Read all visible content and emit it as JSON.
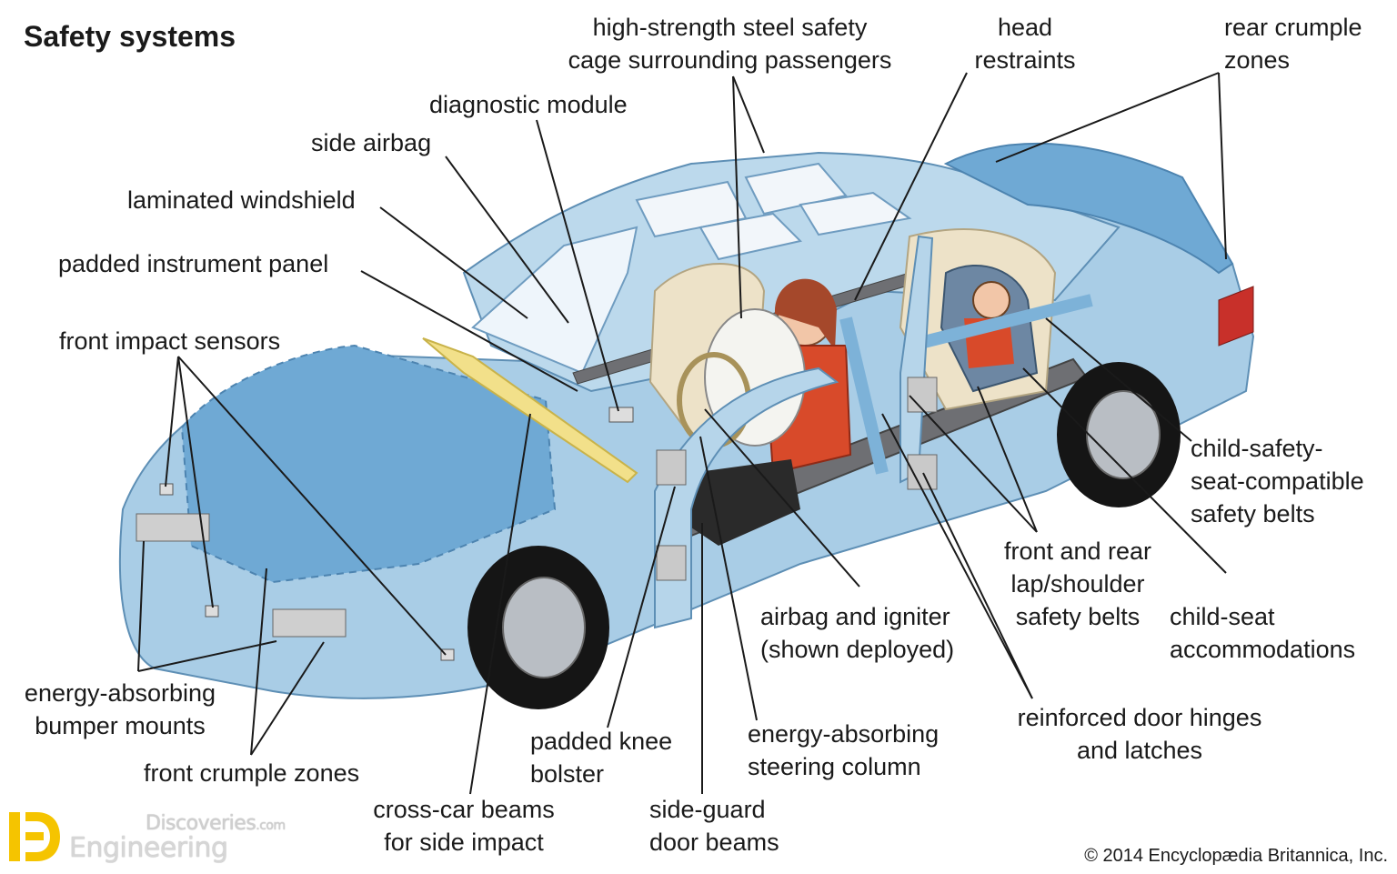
{
  "title": "Safety systems",
  "labels": {
    "cage": "high-strength steel safety\ncage surrounding passengers",
    "head": "head\nrestraints",
    "rear_crumple": "rear crumple\nzones",
    "diagnostic": "diagnostic module",
    "side_airbag": "side airbag",
    "windshield": "laminated windshield",
    "instrument": "padded instrument panel",
    "sensors": "front impact sensors",
    "child_belts": "child-safety-\nseat-compatible\nsafety belts",
    "lap_belts": "front and rear\nlap/shoulder\nsafety belts",
    "child_seat": "child-seat\naccommodations",
    "airbag": "airbag and igniter\n(shown deployed)",
    "hinges": "reinforced door hinges\nand latches",
    "bumper": "energy-absorbing\nbumper mounts",
    "front_crumple": "front crumple zones",
    "knee": "padded knee\nbolster",
    "column": "energy-absorbing\nsteering column",
    "crossbeams": "cross-car beams\nfor side impact",
    "sideguard": "side-guard\ndoor beams"
  },
  "copyright": "© 2014 Encyclopædia Britannica, Inc.",
  "watermark": {
    "line1": "Discoveries",
    "line1_suffix": ".com",
    "line2": "Engineering",
    "mark_color": "#f5c400"
  },
  "colors": {
    "body": "#a9cde6",
    "body_dark": "#7fb1d6",
    "crumple": "#6fa9d4",
    "leader": "#1a1a1a"
  }
}
